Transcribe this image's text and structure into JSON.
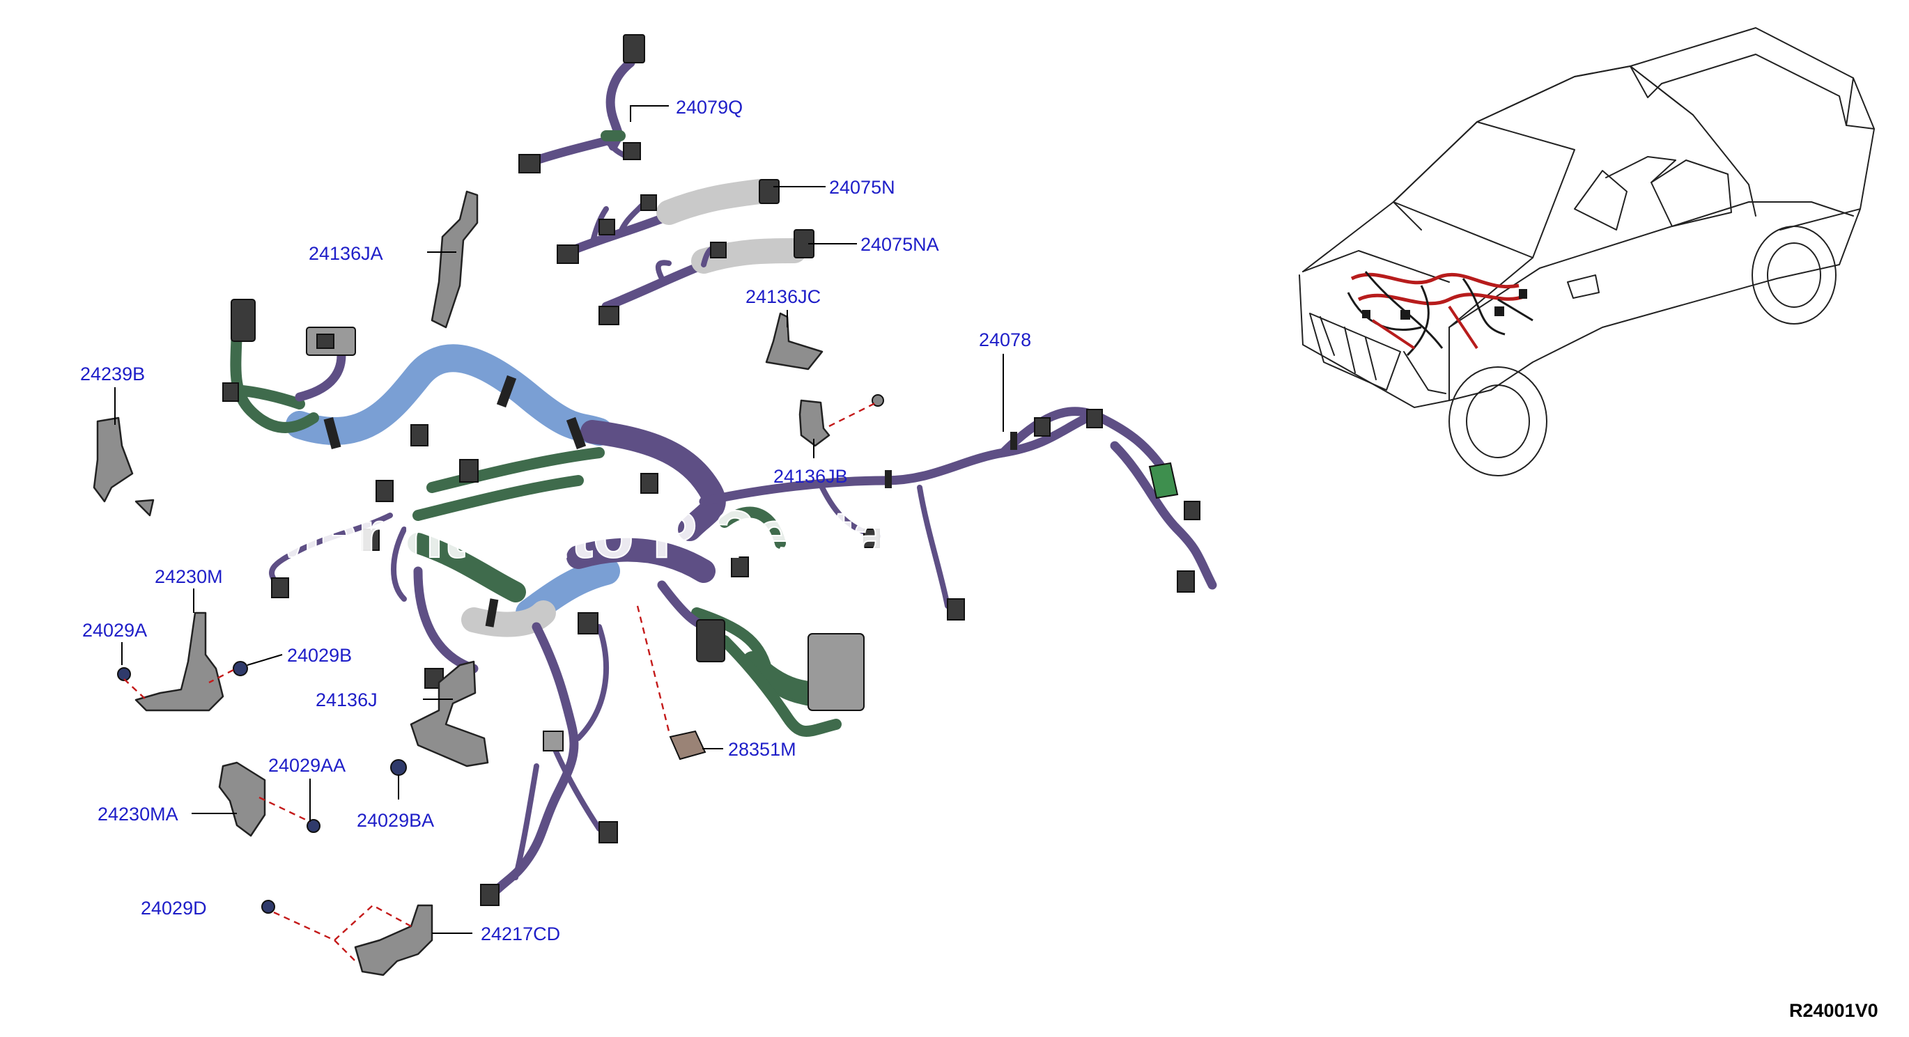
{
  "diagram_id": "R24001V0",
  "watermark": "Mer  nt Auto P     ?esta",
  "part_labels": [
    {
      "id": "p-24079Q",
      "text": "24079Q"
    },
    {
      "id": "p-24075N",
      "text": "24075N"
    },
    {
      "id": "p-24136JA",
      "text": "24136JA"
    },
    {
      "id": "p-24075NA",
      "text": "24075NA"
    },
    {
      "id": "p-24136JC",
      "text": "24136JC"
    },
    {
      "id": "p-24078",
      "text": "24078"
    },
    {
      "id": "p-24239B",
      "text": "24239B"
    },
    {
      "id": "p-24136JB",
      "text": "24136JB"
    },
    {
      "id": "p-24230M",
      "text": "24230M"
    },
    {
      "id": "p-24029A",
      "text": "24029A"
    },
    {
      "id": "p-24029B",
      "text": "24029B"
    },
    {
      "id": "p-24136J",
      "text": "24136J"
    },
    {
      "id": "p-28351M",
      "text": "28351M"
    },
    {
      "id": "p-24029AA",
      "text": "24029AA"
    },
    {
      "id": "p-24230MA",
      "text": "24230MA"
    },
    {
      "id": "p-24029BA",
      "text": "24029BA"
    },
    {
      "id": "p-24029D",
      "text": "24029D"
    },
    {
      "id": "p-24217CD",
      "text": "24217CD"
    }
  ],
  "colors": {
    "label": "#1e1ec8",
    "wire_purple": "#5e4f85",
    "wire_green": "#3f6b4c",
    "wire_blue": "#7a9fd4",
    "wire_white": "#c9c9c9",
    "bracket": "#8e8e8e",
    "dashed_leader": "#c41a1a"
  }
}
